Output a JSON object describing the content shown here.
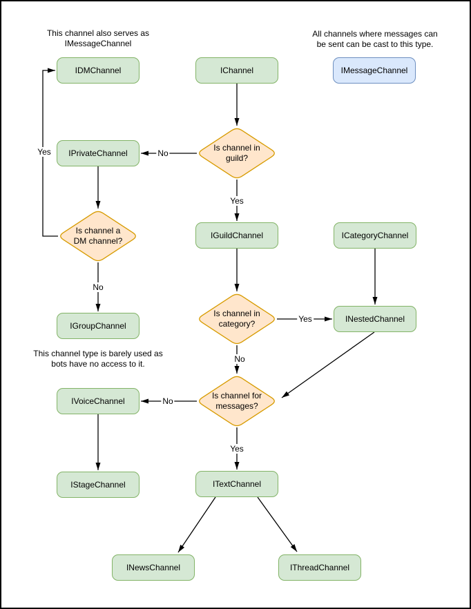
{
  "palette": {
    "node_fill": "#d5e8d4",
    "node_border": "#82b366",
    "decision_fill": "#ffe6cc",
    "decision_border": "#d79b00",
    "highlight_fill": "#dae8fc",
    "highlight_border": "#6c8ebf",
    "edge_color": "#000000",
    "text_color": "#000000",
    "background": "#ffffff"
  },
  "nodes": {
    "idmchannel": "IDMChannel",
    "ichannel": "IChannel",
    "imessagechannel": "IMessageChannel",
    "iprivatechannel": "IPrivateChannel",
    "iguildchannel": "IGuildChannel",
    "icategorychannel": "ICategoryChannel",
    "igroupchannel": "IGroupChannel",
    "inestedchannel": "INestedChannel",
    "ivoicechannel": "IVoiceChannel",
    "istagechannel": "IStageChannel",
    "itextchannel": "ITextChannel",
    "inewschannel": "INewsChannel",
    "ithreadchannel": "IThreadChannel"
  },
  "decisions": {
    "guild": "Is channel in\nguild?",
    "dm": "Is channel a\nDM channel?",
    "category": "Is channel in\ncategory?",
    "messages": "Is channel for\nmessages?"
  },
  "edge_labels": {
    "guild_no": "No",
    "guild_yes": "Yes",
    "dm_yes": "Yes",
    "dm_no": "No",
    "category_yes": "Yes",
    "category_no": "No",
    "messages_no": "No",
    "messages_yes": "Yes"
  },
  "notes": {
    "dm_note": "This channel also serves as\nIMessageChannel",
    "message_note": "All channels where messages can\nbe sent can be cast to this type.",
    "group_note": "This channel type is barely used as\nbots have no access to it."
  }
}
